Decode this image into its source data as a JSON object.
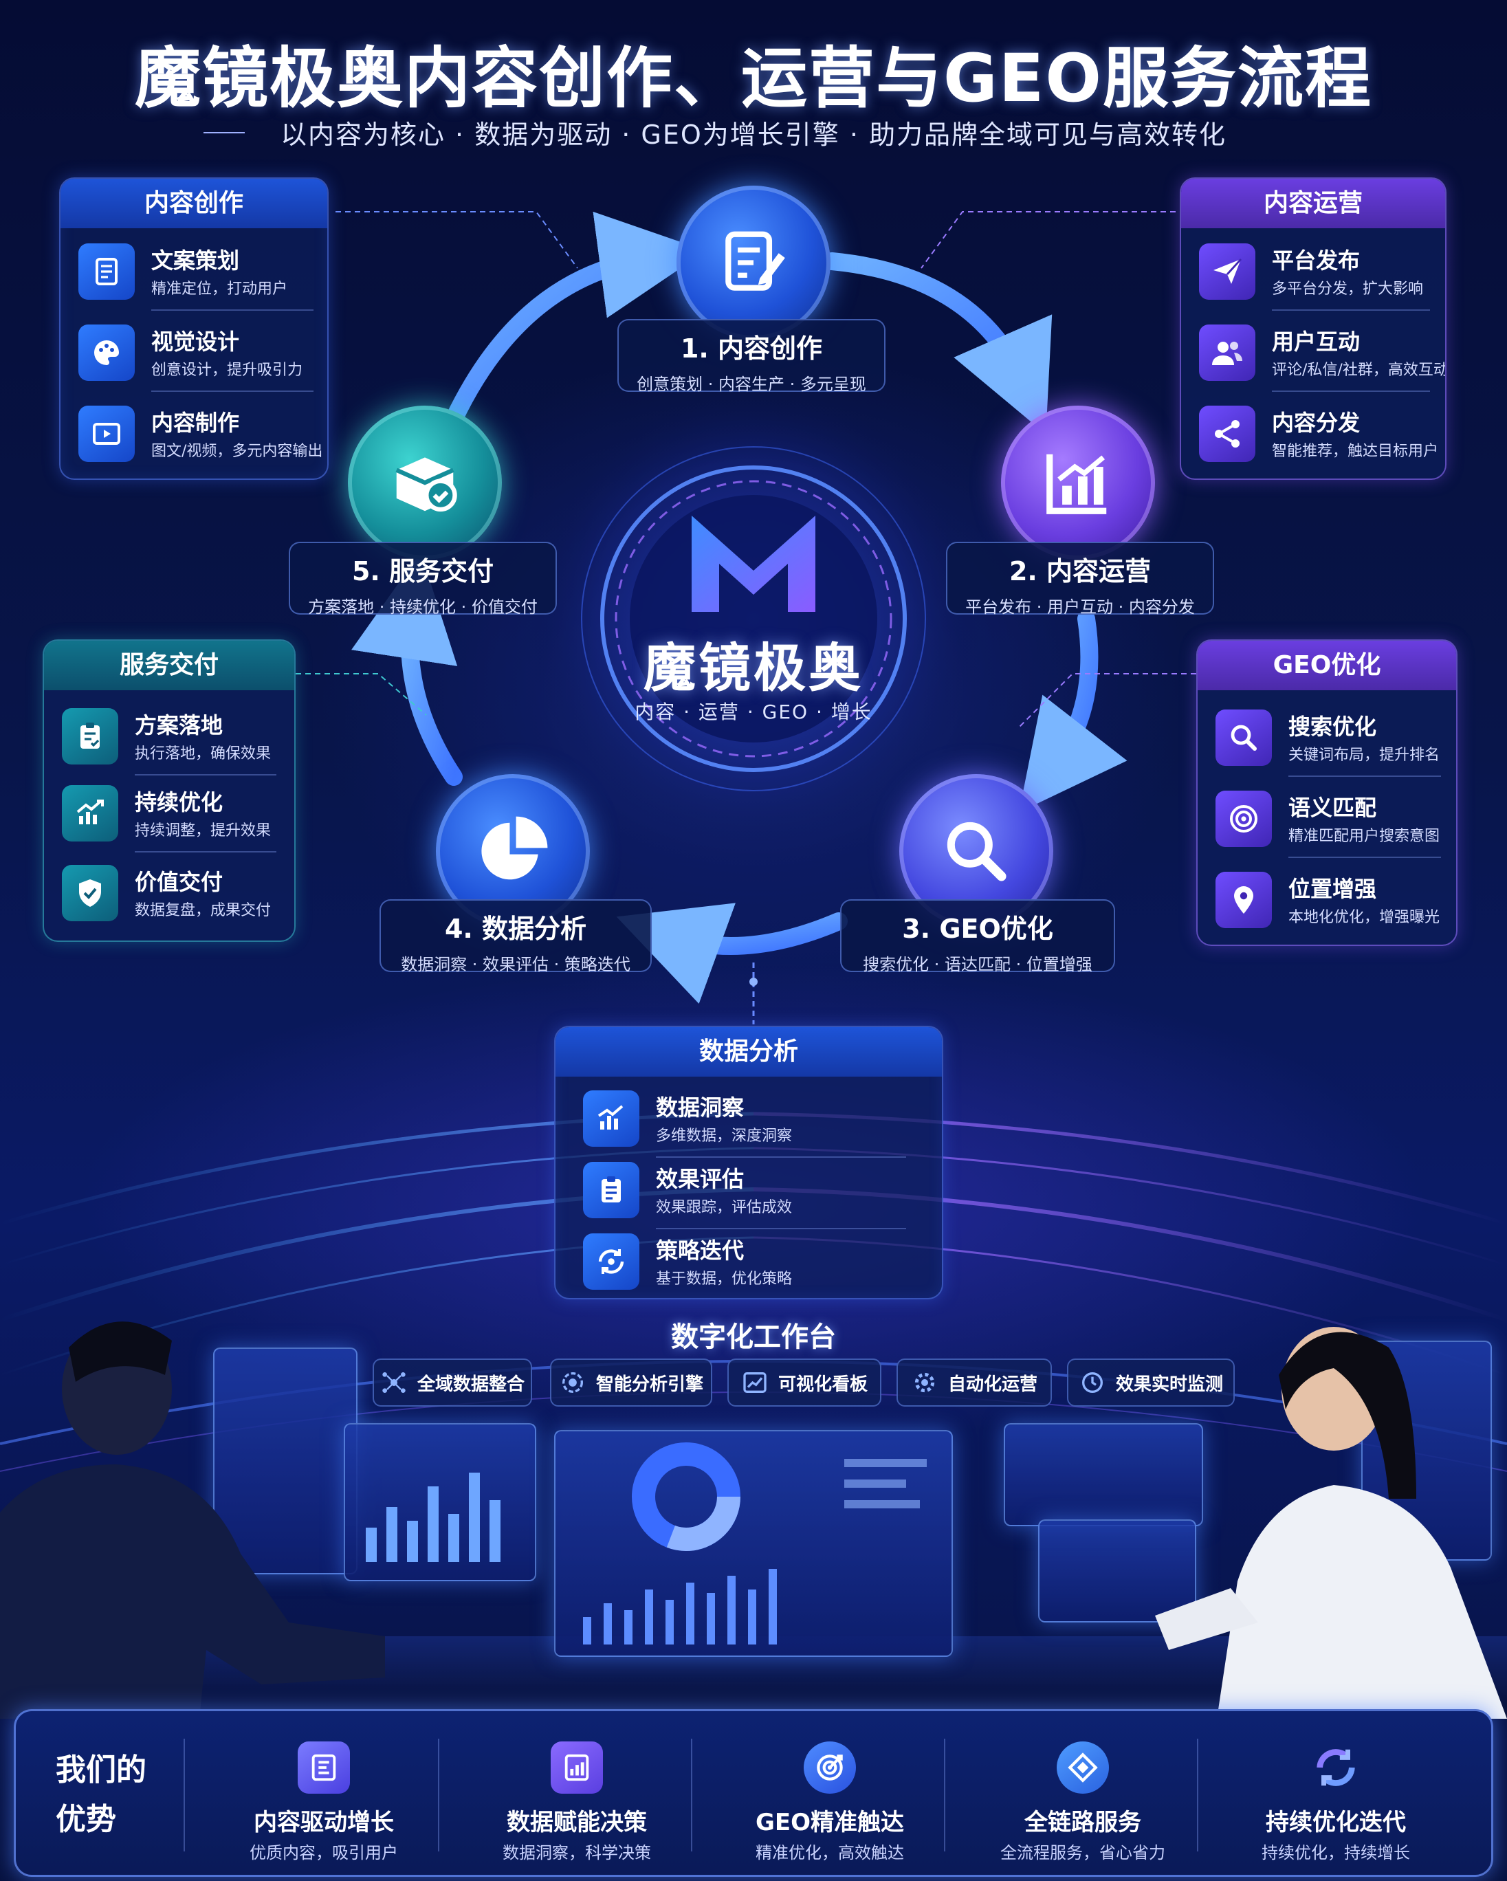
{
  "title": "魔镜极奥内容创作、运营与GEO服务流程",
  "subtitle": "以内容为核心 · 数据为驱动 · GEO为增长引擎 · 助力品牌全域可见与高效转化",
  "center": {
    "brand": "魔镜极奥",
    "tagline": "内容 · 运营 · GEO · 增长",
    "logo_gradient": [
      "#3f8cff",
      "#8a5cff"
    ]
  },
  "cycle": [
    {
      "id": "step-1",
      "title": "1. 内容创作",
      "desc": "创意策划 · 内容生产 · 多元呈现",
      "icon": "edit-document-icon"
    },
    {
      "id": "step-2",
      "title": "2. 内容运营",
      "desc": "平台发布 · 用户互动 · 内容分发",
      "icon": "bar-chart-icon"
    },
    {
      "id": "step-3",
      "title": "3. GEO优化",
      "desc": "搜索优化 · 语达匹配 · 位置增强",
      "icon": "magnifier-icon"
    },
    {
      "id": "step-4",
      "title": "4. 数据分析",
      "desc": "数据洞察 · 效果评估 · 策略迭代",
      "icon": "pie-chart-icon"
    },
    {
      "id": "step-5",
      "title": "5. 服务交付",
      "desc": "方案落地 · 持续优化 · 价值交付",
      "icon": "package-check-icon"
    }
  ],
  "panels": {
    "content_creation": {
      "title": "内容创作",
      "items": [
        {
          "title": "文案策划",
          "desc": "精准定位，打动用户",
          "icon": "document-icon"
        },
        {
          "title": "视觉设计",
          "desc": "创意设计，提升吸引力",
          "icon": "palette-icon"
        },
        {
          "title": "内容制作",
          "desc": "图文/视频，多元内容输出",
          "icon": "video-play-icon"
        }
      ]
    },
    "content_operation": {
      "title": "内容运营",
      "items": [
        {
          "title": "平台发布",
          "desc": "多平台分发，扩大影响",
          "icon": "paper-plane-icon"
        },
        {
          "title": "用户互动",
          "desc": "评论/私信/社群，高效互动",
          "icon": "users-icon"
        },
        {
          "title": "内容分发",
          "desc": "智能推荐，触达目标用户",
          "icon": "share-icon"
        }
      ]
    },
    "geo_optimization": {
      "title": "GEO优化",
      "items": [
        {
          "title": "搜索优化",
          "desc": "关键词布局，提升排名",
          "icon": "search-icon"
        },
        {
          "title": "语义匹配",
          "desc": "精准匹配用户搜索意图",
          "icon": "target-icon"
        },
        {
          "title": "位置增强",
          "desc": "本地化优化，增强曝光",
          "icon": "location-pin-icon"
        }
      ]
    },
    "service_delivery": {
      "title": "服务交付",
      "items": [
        {
          "title": "方案落地",
          "desc": "执行落地，确保效果",
          "icon": "clipboard-check-icon"
        },
        {
          "title": "持续优化",
          "desc": "持续调整，提升效果",
          "icon": "trend-chart-icon"
        },
        {
          "title": "价值交付",
          "desc": "数据复盘，成果交付",
          "icon": "shield-check-icon"
        }
      ]
    },
    "data_analysis": {
      "title": "数据分析",
      "items": [
        {
          "title": "数据洞察",
          "desc": "多维数据，深度洞察",
          "icon": "analytics-icon"
        },
        {
          "title": "效果评估",
          "desc": "效果跟踪，评估成效",
          "icon": "checklist-icon"
        },
        {
          "title": "策略迭代",
          "desc": "基于数据，优化策略",
          "icon": "refresh-cycle-icon"
        }
      ]
    }
  },
  "workbench": {
    "title": "数字化工作台",
    "features": [
      {
        "label": "全域数据整合",
        "icon": "network-hub-icon"
      },
      {
        "label": "智能分析引擎",
        "icon": "gear-brain-icon"
      },
      {
        "label": "可视化看板",
        "icon": "dashboard-chart-icon"
      },
      {
        "label": "自动化运营",
        "icon": "gear-icon"
      },
      {
        "label": "效果实时监测",
        "icon": "clock-monitor-icon"
      }
    ]
  },
  "advantages": {
    "heading_line1": "我们的",
    "heading_line2": "优势",
    "items": [
      {
        "title": "内容驱动增长",
        "desc": "优质内容，吸引用户",
        "icon": "content-list-icon",
        "color": "#5b5cff"
      },
      {
        "title": "数据赋能决策",
        "desc": "数据洞察，科学决策",
        "icon": "data-report-icon",
        "color": "#6a4dff"
      },
      {
        "title": "GEO精准触达",
        "desc": "精准优化，高效触达",
        "icon": "bullseye-icon",
        "color": "#2f6cff"
      },
      {
        "title": "全链路服务",
        "desc": "全流程服务，省心省力",
        "icon": "link-chain-icon",
        "color": "#2f7cff"
      },
      {
        "title": "持续优化迭代",
        "desc": "持续优化，持续增长",
        "icon": "loop-arrows-icon",
        "color": "#3f6cff"
      }
    ]
  },
  "colors": {
    "background": "#06103a",
    "blue_accent": "#2f7cff",
    "purple_accent": "#6a3ee0",
    "teal_accent": "#148e9a"
  }
}
